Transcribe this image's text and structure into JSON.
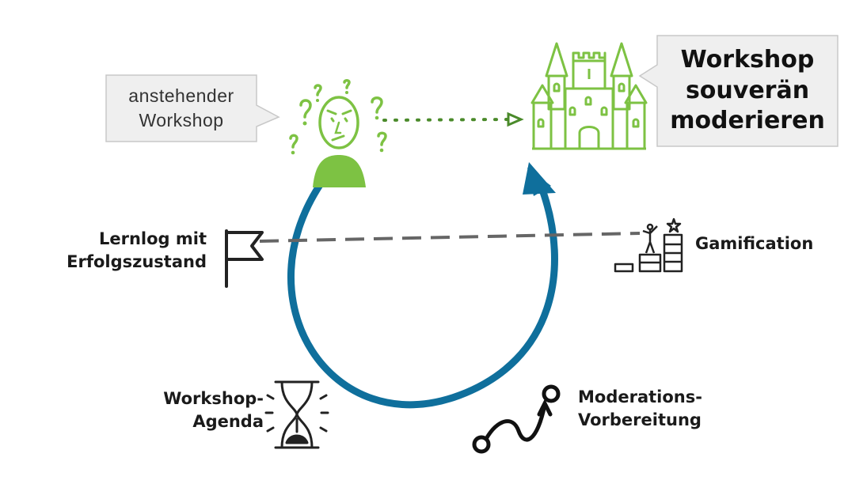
{
  "callout_left": {
    "line1": "anstehender",
    "line2": "Workshop"
  },
  "callout_right": {
    "line1": "Workshop",
    "line2": "souverän",
    "line3": "moderieren"
  },
  "labels": {
    "lernlog": {
      "line1": "Lernlog mit",
      "line2": "Erfolgszustand"
    },
    "gamification": {
      "line1": "Gamification"
    },
    "agenda": {
      "line1": "Workshop-",
      "line2": "Agenda"
    },
    "moderation": {
      "line1": "Moderations-",
      "line2": "Vorbereitung"
    }
  },
  "icons": [
    "confused-person-icon",
    "castle-icon",
    "flag-icon",
    "podium-icon",
    "hourglass-icon",
    "path-icon",
    "cycle-arrow-icon"
  ],
  "colors": {
    "green": "#7dc243",
    "dark_green": "#4a8a2a",
    "cycle_blue": "#0f6f9c",
    "callout_bg": "#efefef",
    "callout_border": "#c8c8c8",
    "dashed_line": "#666666",
    "icon_dark": "#222222"
  }
}
